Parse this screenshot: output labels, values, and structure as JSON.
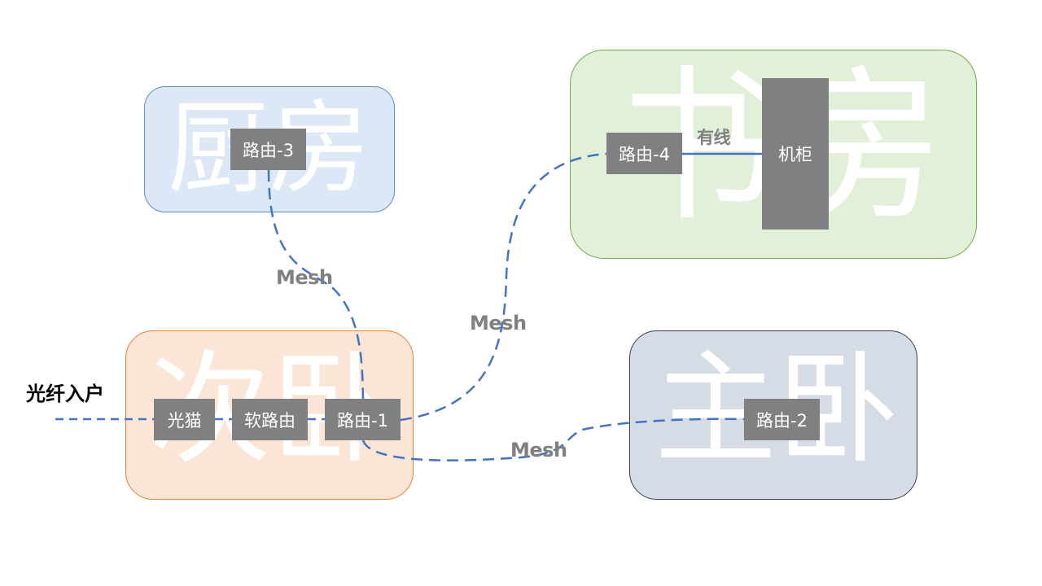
{
  "rooms": {
    "kitchen": "厨房",
    "study": "书房",
    "second_bedroom": "次卧",
    "master_bedroom": "主卧"
  },
  "nodes": {
    "router3": "路由-3",
    "router4": "路由-4",
    "cabinet": "机柜",
    "modem": "光猫",
    "soft_router": "软路由",
    "router1": "路由-1",
    "router2": "路由-2"
  },
  "links": {
    "mesh_kitchen": "Mesh",
    "mesh_study": "Mesh",
    "mesh_master": "Mesh",
    "wired": "有线"
  },
  "fiber_entry": "光纤入户",
  "colors": {
    "link_line": "#4472c4",
    "node_fill": "#808080",
    "kitchen_fill": "#dce8f5",
    "study_fill": "#e2efd9",
    "second_bedroom_fill": "#fbe5d6",
    "master_bedroom_fill": "#d6dce5"
  }
}
